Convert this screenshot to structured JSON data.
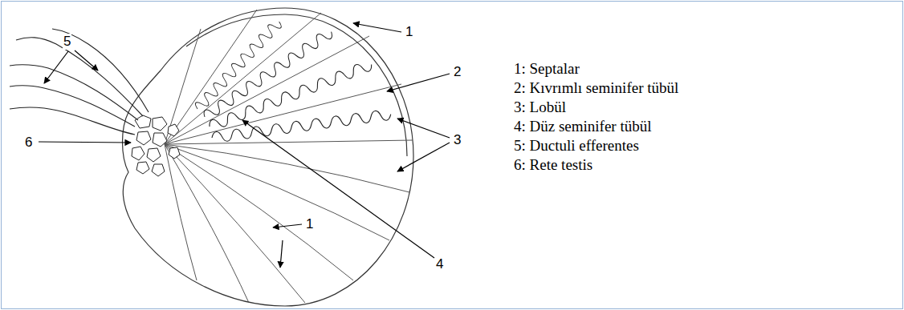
{
  "diagram": {
    "labels": [
      "5",
      "6",
      "1",
      "2",
      "3",
      "4",
      "1",
      "1: Septalar",
      "2: Kıvrımlı seminifer tübül",
      "3: Lobül",
      "4: Düz seminifer tübül",
      "5: Ductuli efferentes",
      "6: Rete testis"
    ]
  }
}
